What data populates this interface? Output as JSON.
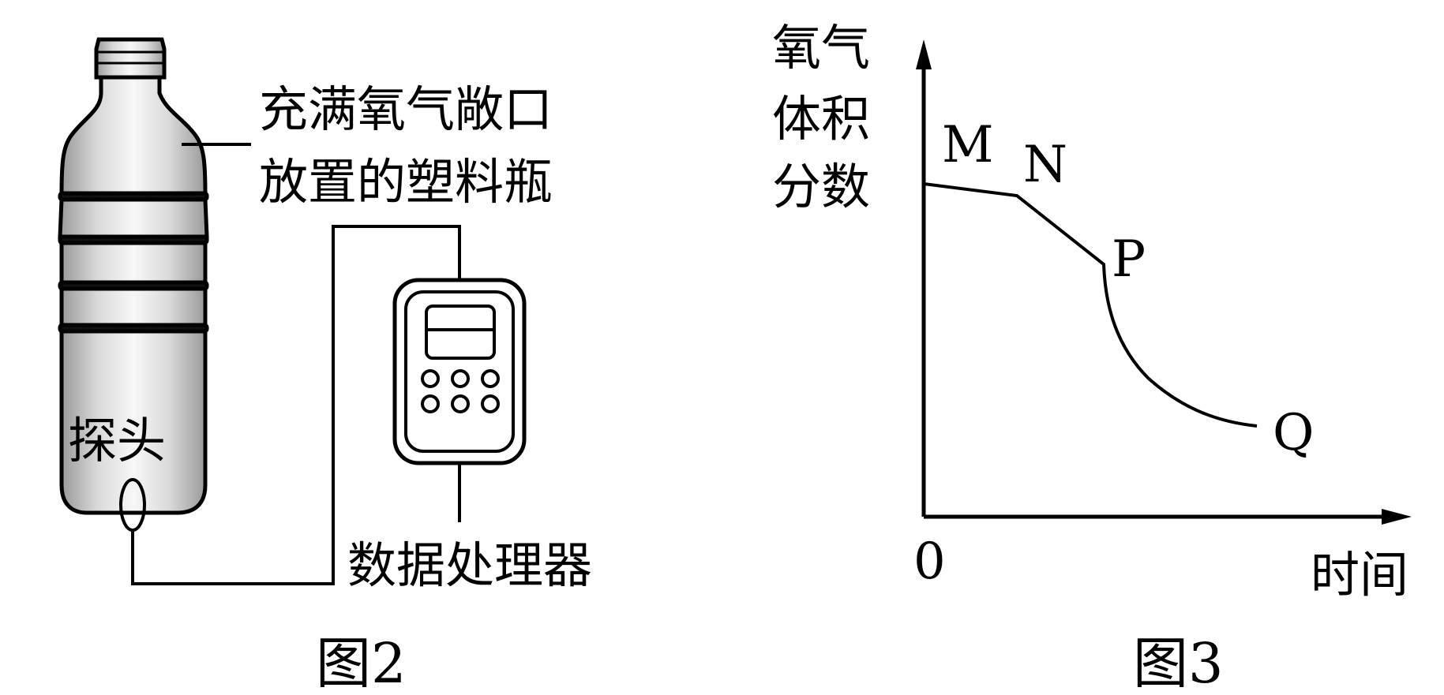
{
  "figure2": {
    "bottle_label_line1": "充满氧气敞口",
    "bottle_label_line2": "放置的塑料瓶",
    "probe_label": "探头",
    "processor_label": "数据处理器",
    "caption": "图2"
  },
  "figure3": {
    "ylabel_line1": "氧气",
    "ylabel_line2": "体积",
    "ylabel_line3": "分数",
    "xlabel": "时间",
    "origin": "0",
    "points": [
      {
        "label": "M"
      },
      {
        "label": "N"
      },
      {
        "label": "P"
      },
      {
        "label": "Q"
      }
    ],
    "caption": "图3"
  },
  "colors": {
    "line": "#000000",
    "bottle_shade": "#bdbdbd",
    "background": "#ffffff"
  }
}
